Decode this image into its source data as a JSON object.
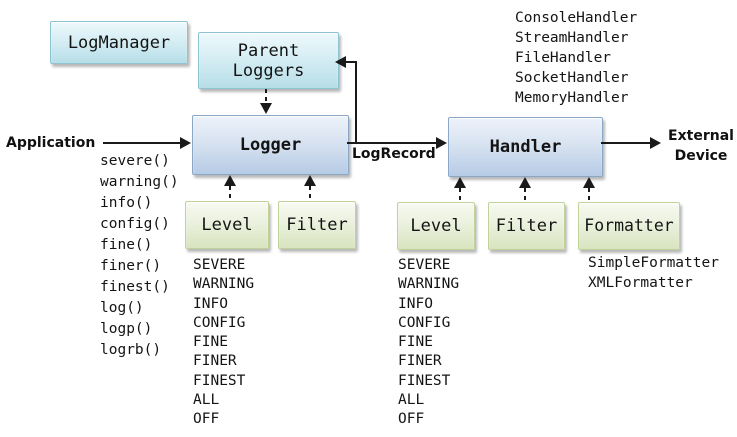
{
  "colors": {
    "cyan_box_top": "#eef9fc",
    "cyan_box_bottom": "#b7dee8",
    "cyan_border": "#8fc3d4",
    "blue_box_top": "#edf2fa",
    "blue_box_bottom": "#b6cbe5",
    "blue_border": "#8aa7c6",
    "green_box_top": "#f7faf1",
    "green_box_bottom": "#d8e4bf",
    "green_border": "#c0d29a",
    "arrow": "#1a1a1a"
  },
  "nodes": {
    "log_manager": {
      "label": "LogManager"
    },
    "parent_loggers": {
      "lines": [
        "Parent",
        "Loggers"
      ]
    },
    "logger": {
      "label": "Logger"
    },
    "handler": {
      "label": "Handler"
    },
    "logger_level": {
      "label": "Level"
    },
    "logger_filter": {
      "label": "Filter"
    },
    "handler_level": {
      "label": "Level"
    },
    "handler_filter": {
      "label": "Filter"
    },
    "handler_formatter": {
      "label": "Formatter"
    }
  },
  "edge_labels": {
    "application": "Application",
    "log_record": "LogRecord",
    "external_device_lines": [
      "External",
      "Device"
    ]
  },
  "lists": {
    "logger_methods": [
      "severe()",
      "warning()",
      "info()",
      "config()",
      "fine()",
      "finer()",
      "finest()",
      "log()",
      "logp()",
      "logrb()"
    ],
    "handler_implementations": [
      "ConsoleHandler",
      "StreamHandler",
      "FileHandler",
      "SocketHandler",
      "MemoryHandler"
    ],
    "logger_levels": [
      "SEVERE",
      "WARNING",
      "INFO",
      "CONFIG",
      "FINE",
      "FINER",
      "FINEST",
      "ALL",
      "OFF"
    ],
    "handler_levels": [
      "SEVERE",
      "WARNING",
      "INFO",
      "CONFIG",
      "FINE",
      "FINER",
      "FINEST",
      "ALL",
      "OFF"
    ],
    "formatter_implementations": [
      "SimpleFormatter",
      "XMLFormatter"
    ]
  }
}
